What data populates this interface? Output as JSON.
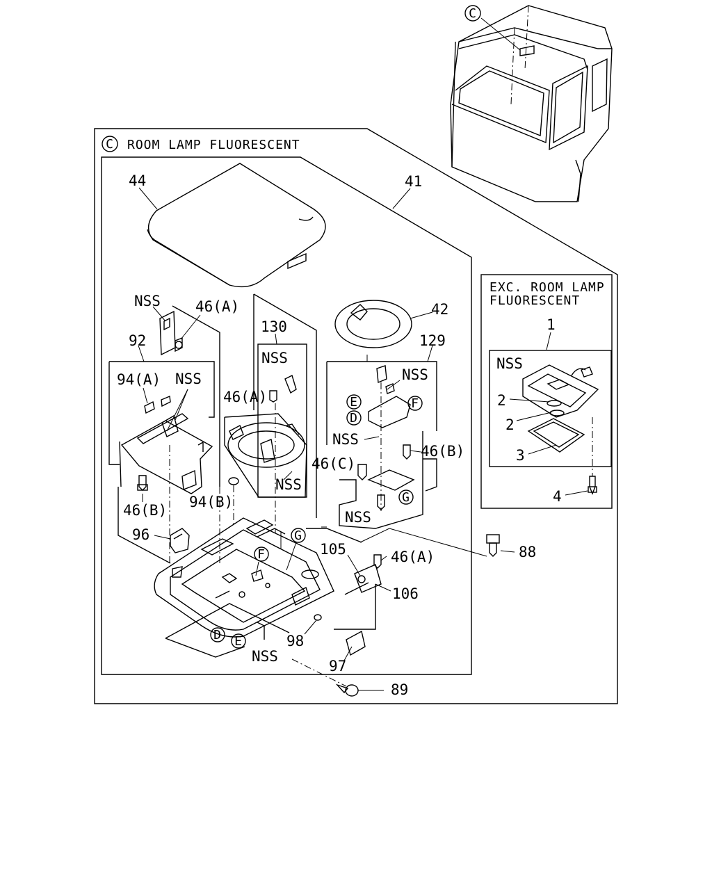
{
  "diagram": {
    "section_title": "ROOM LAMP FLUORESCENT",
    "section_ref": "C",
    "cab_ref": "C",
    "inset_title_line1": "EXC. ROOM LAMP",
    "inset_title_line2": "FLUORESCENT",
    "labels": {
      "p44": "44",
      "p41": "41",
      "p42": "42",
      "p129": "129",
      "p130": "130",
      "p92": "92",
      "nss_top": "NSS",
      "p46a_top": "46(A)",
      "p94a": "94(A)",
      "nss_94": "NSS",
      "nss_130": "NSS",
      "p46a_130": "46(A)",
      "nss_130b": "NSS",
      "nss_129": "NSS",
      "nss_129b": "NSS",
      "p46b_129": "46(B)",
      "p46c": "46(C)",
      "nss_129c": "NSS",
      "p46b_left": "46(B)",
      "p94b": "94(B)",
      "p96": "96",
      "p105": "105",
      "p46a_bot": "46(A)",
      "p106": "106",
      "p98": "98",
      "nss_bot": "NSS",
      "p97": "97",
      "p89": "89",
      "p88": "88",
      "p1": "1",
      "nss_inset": "NSS",
      "p2a": "2",
      "p2b": "2",
      "p3": "3",
      "p4": "4"
    },
    "callouts": {
      "E1": "E",
      "D1": "D",
      "F1": "F",
      "G1": "G",
      "G2": "G",
      "F2": "F",
      "D2": "D",
      "E2": "E"
    }
  }
}
